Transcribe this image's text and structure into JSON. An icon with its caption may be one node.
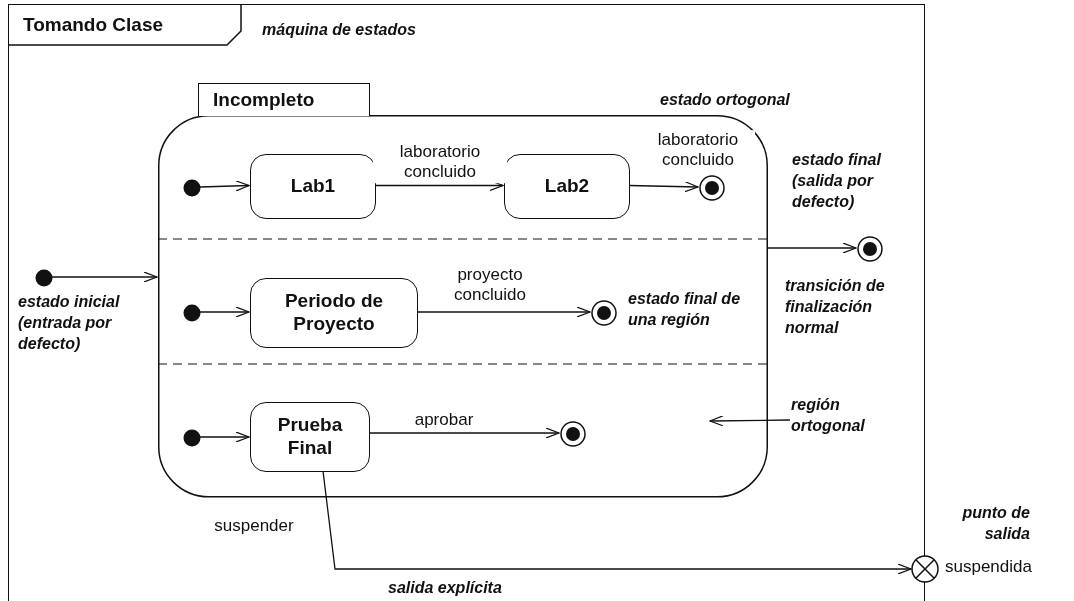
{
  "diagram": {
    "nodes": [
      {
        "text": [
          "Tomando Clase"
        ]
      },
      {
        "text": [
          "Incompleto"
        ],
        "in": 0
      },
      {
        "text": [],
        "shape": "dot",
        "in": 1
      },
      {
        "text": [
          "Lab1"
        ],
        "in": 1
      },
      {
        "text": [
          "Lab2"
        ],
        "in": 1
      },
      {
        "text": [],
        "shape": "bullseye",
        "in": 1
      },
      {
        "text": [],
        "shape": "dot",
        "in": 1
      },
      {
        "text": [
          "Periodo de Proyecto"
        ],
        "in": 1
      },
      {
        "text": [],
        "shape": "bullseye",
        "in": 1,
        "beside": [
          "estado final de una región"
        ]
      },
      {
        "text": [],
        "shape": "dot",
        "in": 1
      },
      {
        "text": [
          "Prueba Final"
        ],
        "in": 1
      },
      {
        "text": [],
        "shape": "bullseye",
        "in": 1
      },
      {
        "text": [],
        "shape": "dot",
        "in": 0,
        "beside": [
          "estado inicial (entrada por defecto)"
        ]
      },
      {
        "text": [],
        "shape": "bullseye",
        "in": 0,
        "beside": [
          "estado final (salida por defecto)"
        ]
      },
      {
        "text": [],
        "shape": "crossed-circle",
        "beside": [
          "punto de salida",
          "suspendida"
        ]
      },
      {
        "text": [
          "región ortogonal"
        ],
        "in": 0
      }
    ],
    "edges": [
      {
        "from": 2,
        "to": 3,
        "arrow": "to"
      },
      {
        "from": 3,
        "to": 4,
        "arrow": "to",
        "label": "laboratorio concluido"
      },
      {
        "from": 4,
        "to": 5,
        "arrow": "to",
        "label": "laboratorio concluido"
      },
      {
        "from": 6,
        "to": 7,
        "arrow": "to"
      },
      {
        "from": 7,
        "to": 8,
        "arrow": "to",
        "label": "proyecto concluido"
      },
      {
        "from": 9,
        "to": 10,
        "arrow": "to"
      },
      {
        "from": 10,
        "to": 11,
        "arrow": "to",
        "label": "aprobar"
      },
      {
        "from": 12,
        "to": 1,
        "arrow": "to"
      },
      {
        "from": 1,
        "to": 13,
        "arrow": "to"
      },
      {
        "from": 10,
        "to": 14,
        "arrow": "to",
        "label": "suspender"
      },
      {
        "from": 15,
        "to": null,
        "arrow": "to"
      }
    ],
    "labels": [
      "máquina de estados",
      "estado ortogonal",
      "transición de finalización normal",
      "salida explícita"
    ]
  }
}
